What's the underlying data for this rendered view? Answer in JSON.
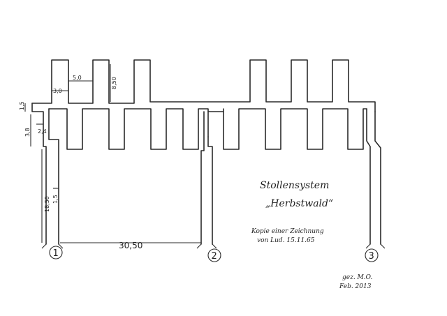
{
  "title": "Stollensystem",
  "subtitle": "„Herbstwald“",
  "note_line1": "Kopie einer Zeichnung",
  "note_line2": "von Lud. 15.11.65",
  "signature_line1": "gez. M.O.",
  "signature_line2": "Feb. 2013",
  "entrances": [
    "1",
    "2",
    "3"
  ],
  "dimensions": {
    "stub_width": "5,0",
    "stub_height": "8,50",
    "spacing": "3,0",
    "top_wall": "1,5",
    "side_depth": "3,8",
    "side_inner": "2,4",
    "shaft_length": "18,50",
    "shaft_width": "1,5",
    "span": "30,50"
  }
}
